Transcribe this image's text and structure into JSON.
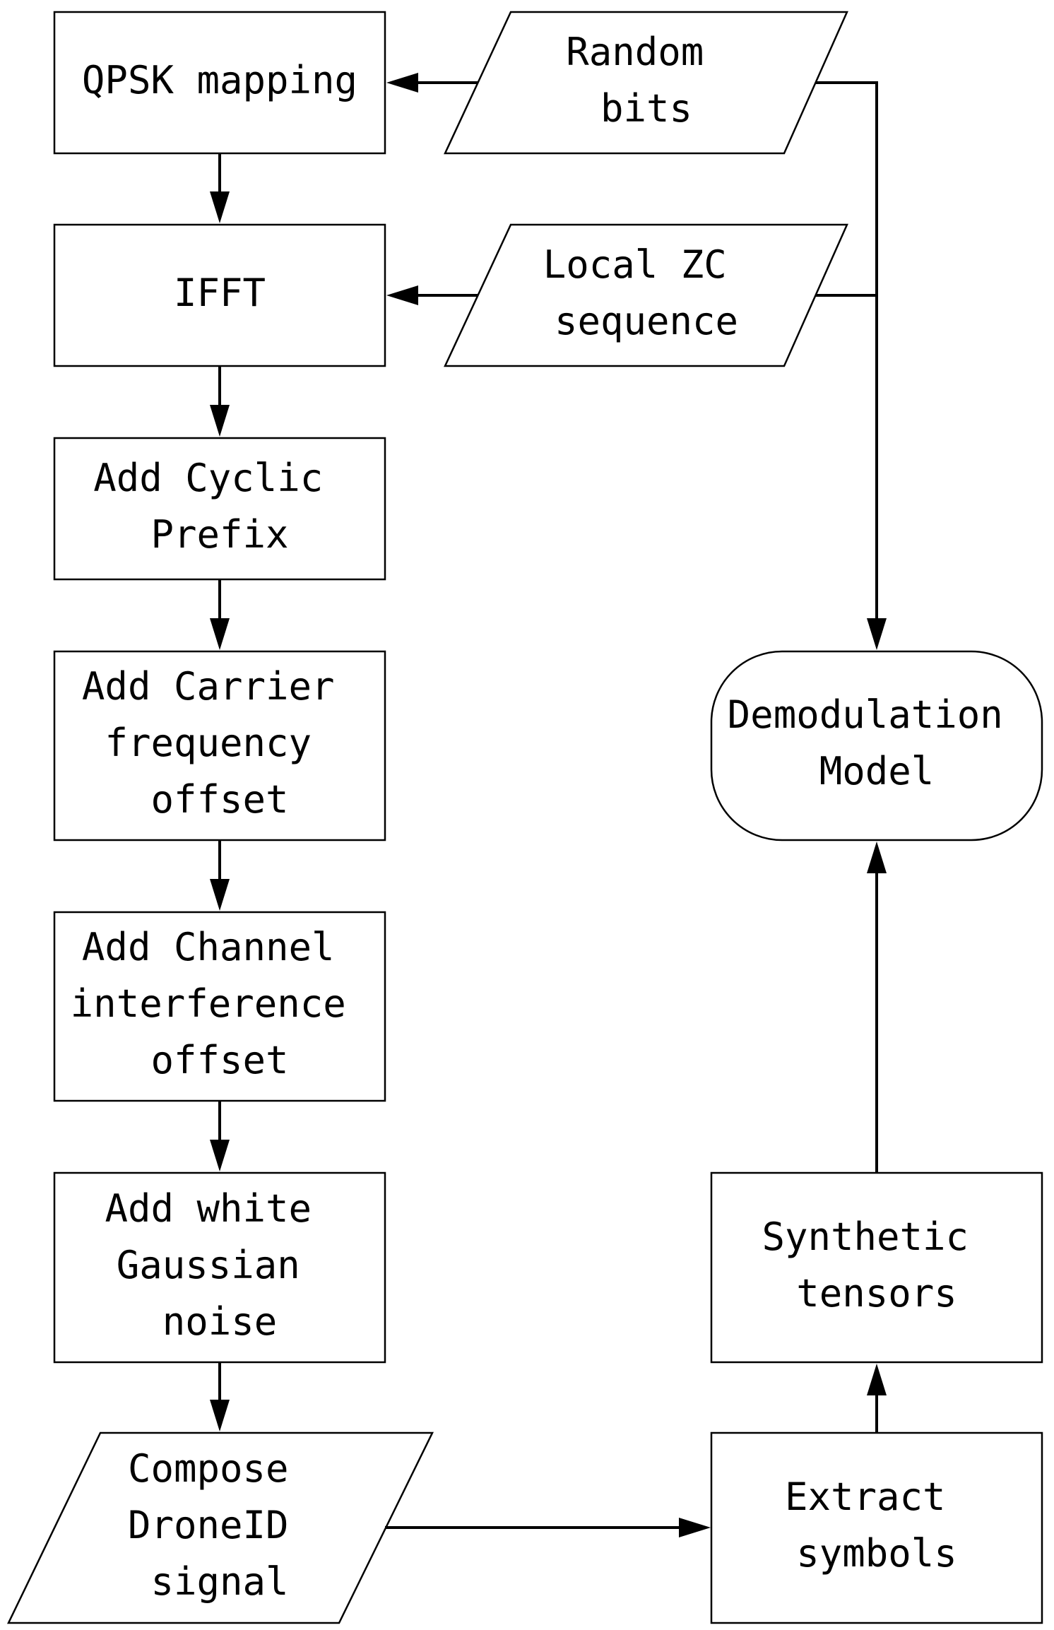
{
  "nodes": {
    "qpsk_mapping": {
      "lines": [
        "QPSK mapping"
      ]
    },
    "ifft": {
      "lines": [
        "IFFT"
      ]
    },
    "add_cyclic_prefix": {
      "lines": [
        "Add Cyclic",
        "Prefix"
      ]
    },
    "add_carrier_frequency_offset": {
      "lines": [
        "Add Carrier",
        "frequency",
        "offset"
      ]
    },
    "add_channel_interference_offset": {
      "lines": [
        "Add Channel",
        "interference",
        "offset"
      ]
    },
    "add_white_gaussian_noise": {
      "lines": [
        "Add white",
        "Gaussian",
        "noise"
      ]
    },
    "compose_droneid_signal": {
      "lines": [
        "Compose",
        "DroneID",
        "signal"
      ]
    },
    "random_bits": {
      "lines": [
        "Random",
        "bits"
      ]
    },
    "local_zc_sequence": {
      "lines": [
        "Local ZC",
        "sequence"
      ]
    },
    "demodulation_model": {
      "lines": [
        "Demodulation",
        "Model"
      ]
    },
    "synthetic_tensors": {
      "lines": [
        "Synthetic",
        "tensors"
      ]
    },
    "extract_symbols": {
      "lines": [
        "Extract",
        "symbols"
      ]
    }
  },
  "colors": {
    "line": "#000000",
    "background": "#ffffff"
  }
}
